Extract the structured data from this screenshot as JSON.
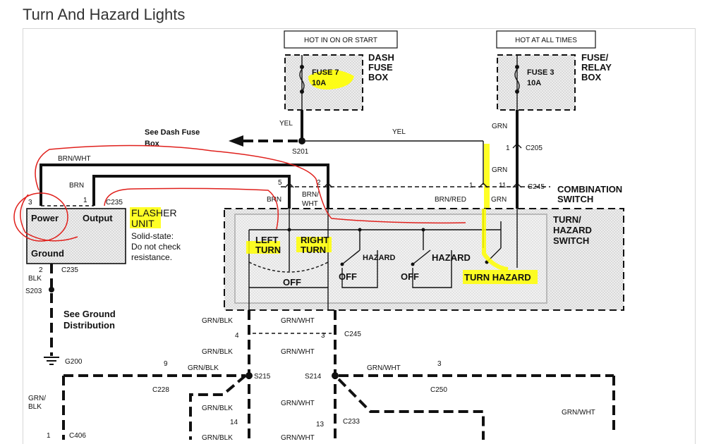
{
  "page": {
    "title": "Turn And Hazard Lights"
  },
  "colors": {
    "highlight": "#ffff00",
    "markup": "#e0201c",
    "ink": "#111111",
    "stipple": "#d9d9d9"
  },
  "diagram": {
    "hot_run_start": "HOT IN ON OR START",
    "hot_all_times": "HOT AT ALL TIMES",
    "dash_fuse_box": [
      "DASH",
      "FUSE",
      "BOX"
    ],
    "fuse_relay_box": [
      "FUSE/",
      "RELAY",
      "BOX"
    ],
    "fuse7": [
      "FUSE 7",
      "10A"
    ],
    "fuse3": [
      "FUSE 3",
      "10A"
    ],
    "see_dash_fuse_box": [
      "See Dash Fuse",
      "Box"
    ],
    "see_ground_distribution": [
      "See Ground",
      "Distribution"
    ],
    "flasher": {
      "title": [
        "FLASHER",
        "UNIT"
      ],
      "note": [
        "Solid-state:",
        "Do not check",
        "resistance."
      ],
      "power": "Power",
      "output": "Output",
      "ground": "Ground"
    },
    "combination_switch": [
      "COMBINATION",
      "SWITCH"
    ],
    "turn_hazard_switch": [
      "TURN/",
      "HAZARD",
      "SWITCH"
    ],
    "switch_positions": {
      "left_turn": [
        "LEFT",
        "TURN"
      ],
      "right_turn": [
        "RIGHT",
        "TURN"
      ],
      "off": "OFF",
      "hazard": "HAZARD",
      "turn_hazard": "TURN HAZARD"
    },
    "wires": {
      "yel": "YEL",
      "grn": "GRN",
      "brn": "BRN",
      "brn_wht": "BRN/WHT",
      "brn_wht_split": [
        "BRN/",
        "WHT"
      ],
      "brn_red": "BRN/RED",
      "blk": "BLK",
      "grn_blk": "GRN/BLK",
      "grn_wht": "GRN/WHT",
      "grn_blk_split": [
        "GRN/",
        "BLK"
      ]
    },
    "connectors": {
      "c205": "C205",
      "c245": "C245",
      "c235": "C235",
      "c228": "C228",
      "c250": "C250",
      "c233": "C233",
      "c406": "C406",
      "s201": "S201",
      "s203": "S203",
      "s214": "S214",
      "s215": "S215",
      "g200": "G200"
    },
    "pins": {
      "p1": "1",
      "p2": "2",
      "p3": "3",
      "p4": "4",
      "p5": "5",
      "p9": "9",
      "p11": "11",
      "p13": "13",
      "p14": "14"
    }
  }
}
